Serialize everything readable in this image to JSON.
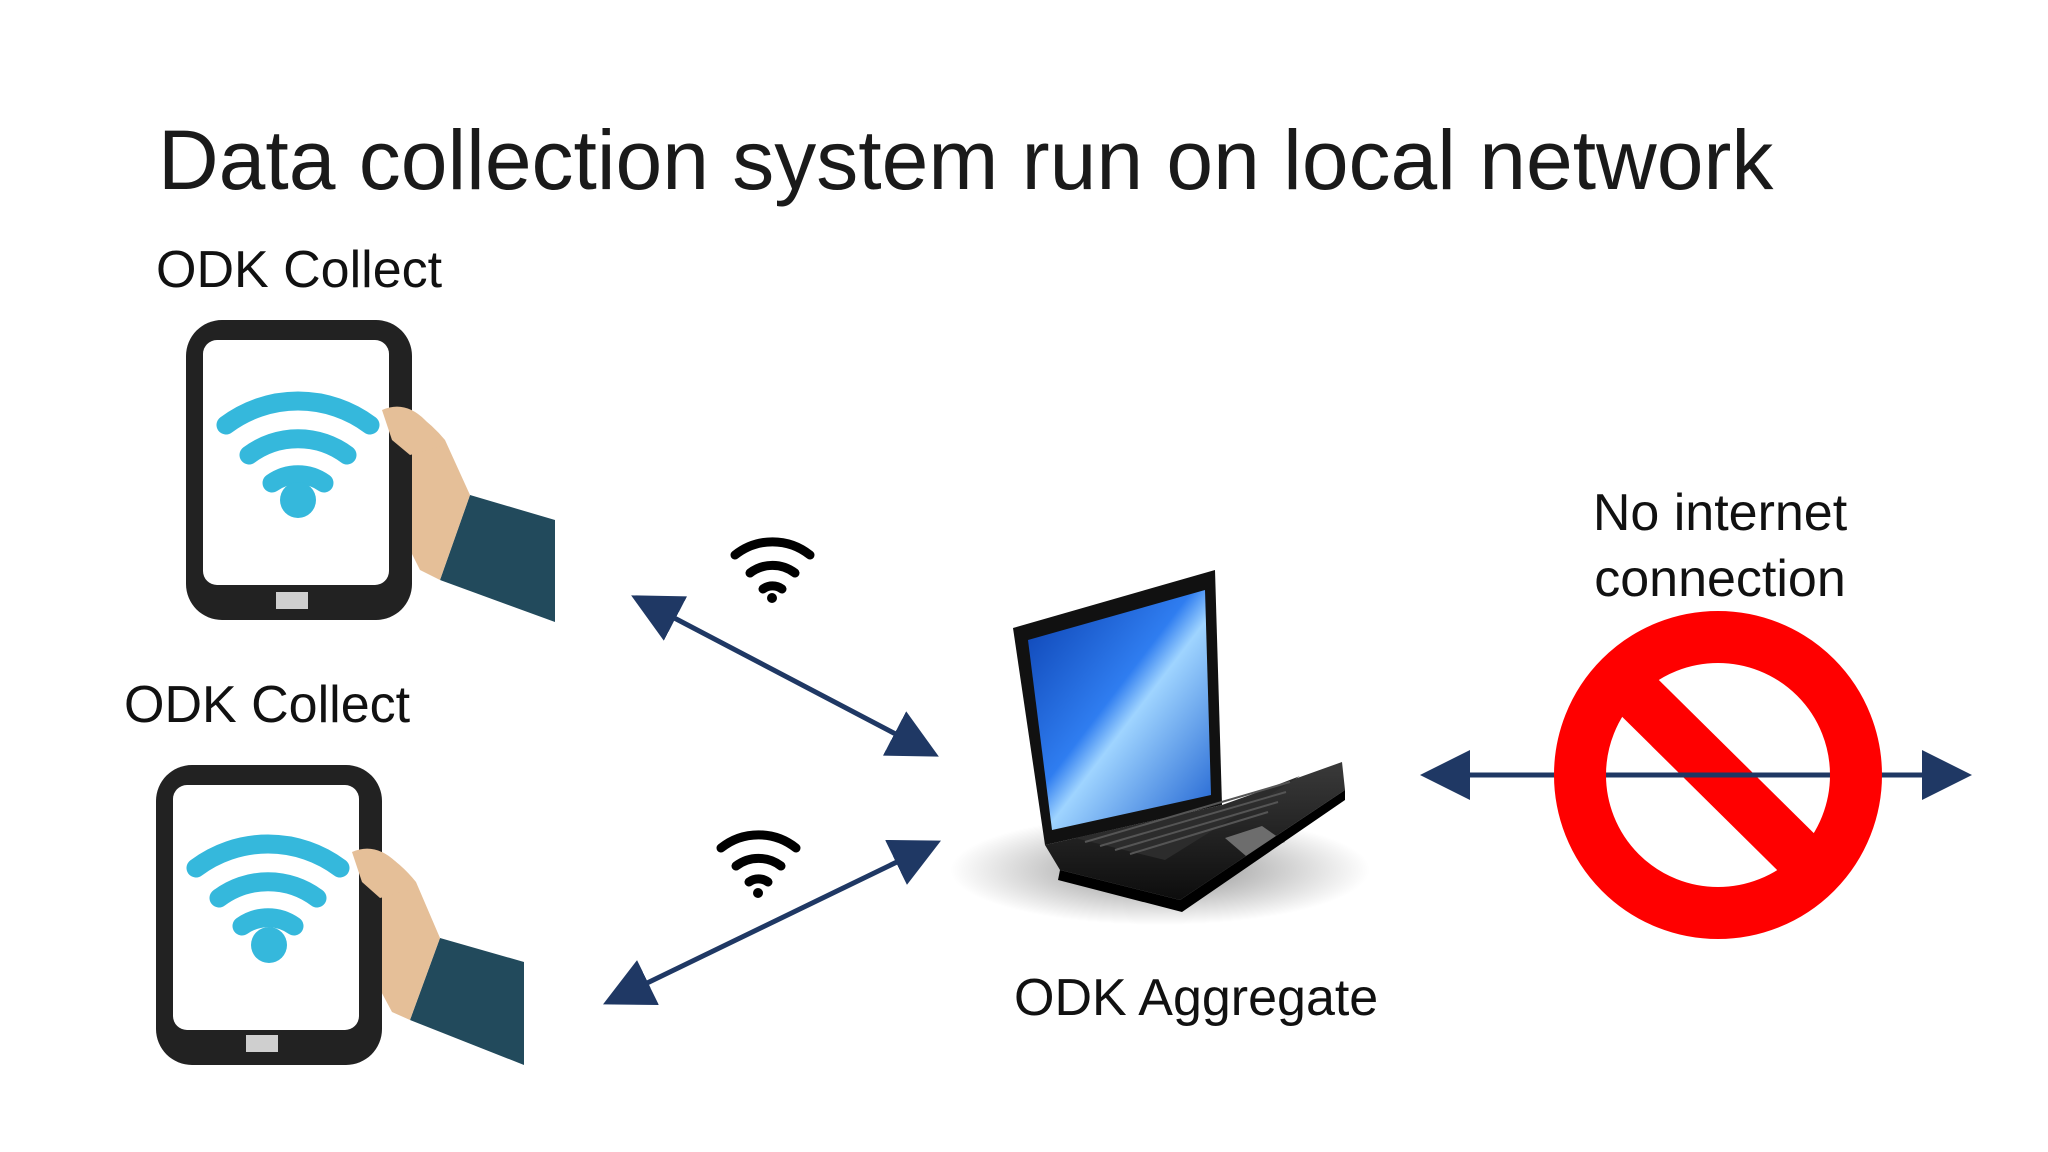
{
  "slide": {
    "title": "Data collection system run on local network",
    "device_top_label": "ODK Collect",
    "device_bottom_label": "ODK Collect",
    "server_label": "ODK Aggregate",
    "no_internet_label": "No internet connection"
  },
  "icons": {
    "phone_top": "tablet-with-wifi-icon",
    "phone_bottom": "tablet-with-wifi-icon",
    "wifi_top": "wifi-signal-icon",
    "wifi_bottom": "wifi-signal-icon",
    "laptop": "laptop-icon",
    "prohibited": "no-entry-icon"
  },
  "colors": {
    "arrow": "#1f3864",
    "wifi_screen": "#35b8dc",
    "device_frame": "#222222",
    "sleeve": "#224a5c",
    "skin": "#e5bf98",
    "prohibit_red": "#ff0000"
  }
}
